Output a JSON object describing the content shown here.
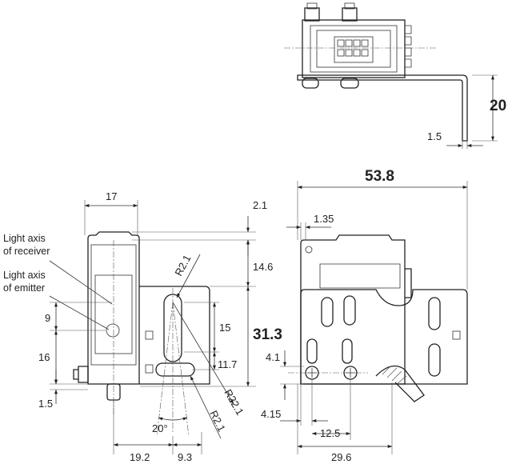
{
  "labels": {
    "light_axis_receiver": [
      "Light axis",
      "of receiver"
    ],
    "light_axis_emitter": [
      "Light axis",
      "of emitter"
    ]
  },
  "dimensions": {
    "top_height": "20",
    "top_thickness": "1.5",
    "front_width_top": "17",
    "front_2_1": "2.1",
    "front_14_6": "14.6",
    "front_radius_top": "R2.1",
    "front_9": "9",
    "front_16": "16",
    "front_1_5": "1.5",
    "front_15": "15",
    "front_total_height": "31.3",
    "front_11_7": "11.7",
    "front_radius_22": "R22.1",
    "front_radius_bottom": "R2.1",
    "front_angle": "20°",
    "front_19_2": "19.2",
    "front_9_3": "9.3",
    "side_total_width": "53.8",
    "side_1_35": "1.35",
    "side_4_1": "4.1",
    "side_4_15": "4.15",
    "side_12_5": "12.5",
    "side_29_6": "29.6"
  }
}
